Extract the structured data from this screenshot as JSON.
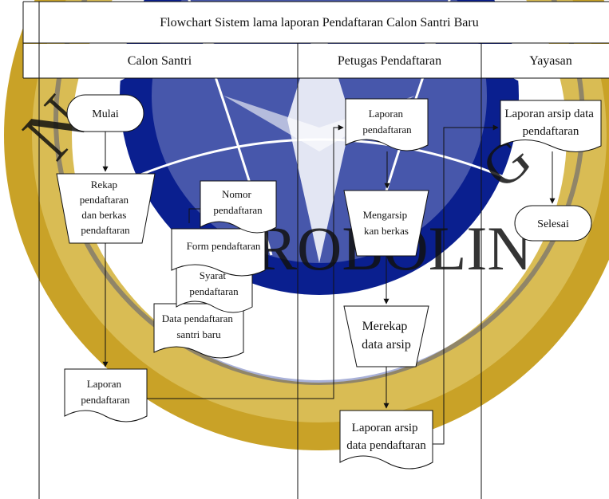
{
  "title": "Flowchart Sistem lama  laporan Pendaftaran  Calon Santri Baru",
  "lanes": [
    {
      "label": "Calon Santri"
    },
    {
      "label": "Petugas Pendaftaran"
    },
    {
      "label": "Yayasan"
    }
  ],
  "watermark": {
    "kind": "institutional seal",
    "text_fragments": [
      "N",
      "ROBOLING"
    ],
    "colors": {
      "outer": "#c9a227",
      "band": "#0a1f8f",
      "inner": "#ffffff"
    }
  },
  "nodes": {
    "mulai": {
      "lines": [
        "Mulai"
      ]
    },
    "rekap": {
      "lines": [
        "Rekap",
        "pendaftaran",
        "dan berkas",
        "pendaftaran"
      ]
    },
    "nomor": {
      "lines": [
        "Nomor",
        "pendaftaran"
      ]
    },
    "form": {
      "lines": [
        "Form pendaftaran"
      ]
    },
    "syarat": {
      "lines": [
        "Syarat",
        "pendaftaran"
      ]
    },
    "data_santri": {
      "lines": [
        "Data pendaftaran",
        "santri baru"
      ]
    },
    "laporan_cs": {
      "lines": [
        "Laporan",
        "pendaftaran"
      ]
    },
    "laporan_pp": {
      "lines": [
        "Laporan",
        "pendaftaran"
      ]
    },
    "mengarsip": {
      "lines": [
        "Mengarsip",
        "kan berkas"
      ]
    },
    "merekap": {
      "lines": [
        "Merekap",
        "data arsip"
      ]
    },
    "laporan_arsip_pp": {
      "lines": [
        "Laporan arsip",
        "data pendaftaran"
      ]
    },
    "laporan_arsip_y": {
      "lines": [
        "Laporan arsip data",
        "pendaftaran"
      ]
    },
    "selesai": {
      "lines": [
        "Selesai"
      ]
    }
  },
  "colors": {
    "line": "#111111",
    "header_fill": "#ffffff",
    "shape_fill": "#ffffff"
  }
}
